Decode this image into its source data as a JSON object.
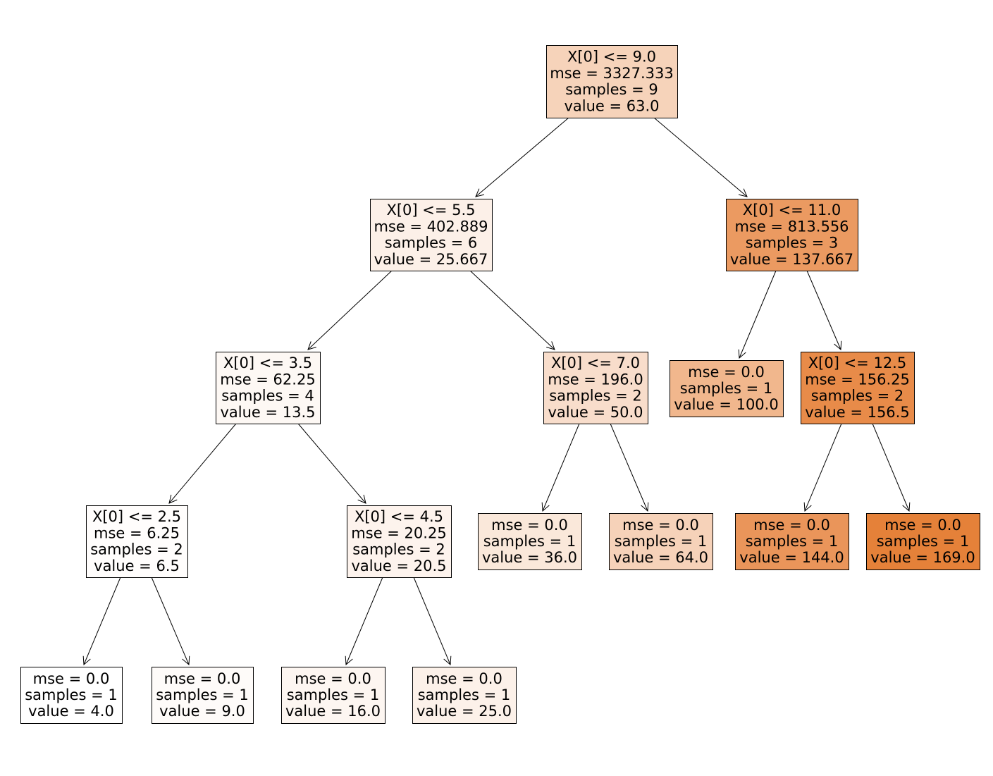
{
  "tree": {
    "nodes": [
      {
        "id": 0,
        "lines": [
          "X[0] <= 9.0",
          "mse = 3327.333",
          "samples = 9",
          "value = 63.0"
        ],
        "value": 63.0,
        "fill": "#f6d3ba"
      },
      {
        "id": 1,
        "lines": [
          "X[0] <= 5.5",
          "mse = 402.889",
          "samples = 6",
          "value = 25.667"
        ],
        "value": 25.667,
        "fill": "#fcf0e8"
      },
      {
        "id": 2,
        "lines": [
          "X[0] <= 11.0",
          "mse = 813.556",
          "samples = 3",
          "value = 137.667"
        ],
        "value": 137.667,
        "fill": "#eb9a61"
      },
      {
        "id": 3,
        "lines": [
          "X[0] <= 3.5",
          "mse = 62.25",
          "samples = 4",
          "value = 13.5"
        ],
        "value": 13.5,
        "fill": "#fdf8f4"
      },
      {
        "id": 4,
        "lines": [
          "X[0] <= 7.0",
          "mse = 196.0",
          "samples = 2",
          "value = 50.0"
        ],
        "value": 50.0,
        "fill": "#f8ddcb"
      },
      {
        "id": 5,
        "lines": [
          "mse = 0.0",
          "samples = 1",
          "value = 100.0"
        ],
        "value": 100.0,
        "fill": "#f1b78d"
      },
      {
        "id": 6,
        "lines": [
          "X[0] <= 12.5",
          "mse = 156.25",
          "samples = 2",
          "value = 156.5"
        ],
        "value": 156.5,
        "fill": "#e88b49"
      },
      {
        "id": 7,
        "lines": [
          "X[0] <= 2.5",
          "mse = 6.25",
          "samples = 2",
          "value = 6.5"
        ],
        "value": 6.5,
        "fill": "#fffdfc"
      },
      {
        "id": 8,
        "lines": [
          "X[0] <= 4.5",
          "mse = 20.25",
          "samples = 2",
          "value = 20.5"
        ],
        "value": 20.5,
        "fill": "#fdf3ed"
      },
      {
        "id": 9,
        "lines": [
          "mse = 0.0",
          "samples = 1",
          "value = 36.0"
        ],
        "value": 36.0,
        "fill": "#fae8da"
      },
      {
        "id": 10,
        "lines": [
          "mse = 0.0",
          "samples = 1",
          "value = 64.0"
        ],
        "value": 64.0,
        "fill": "#f6d2b9"
      },
      {
        "id": 11,
        "lines": [
          "mse = 0.0",
          "samples = 1",
          "value = 144.0"
        ],
        "value": 144.0,
        "fill": "#ea955a"
      },
      {
        "id": 12,
        "lines": [
          "mse = 0.0",
          "samples = 1",
          "value = 169.0"
        ],
        "value": 169.0,
        "fill": "#e58139"
      },
      {
        "id": 13,
        "lines": [
          "mse = 0.0",
          "samples = 1",
          "value = 4.0"
        ],
        "value": 4.0,
        "fill": "#ffffff"
      },
      {
        "id": 14,
        "lines": [
          "mse = 0.0",
          "samples = 1",
          "value = 9.0"
        ],
        "value": 9.0,
        "fill": "#fefbf9"
      },
      {
        "id": 15,
        "lines": [
          "mse = 0.0",
          "samples = 1",
          "value = 16.0"
        ],
        "value": 16.0,
        "fill": "#fdf6f1"
      },
      {
        "id": 16,
        "lines": [
          "mse = 0.0",
          "samples = 1",
          "value = 25.0"
        ],
        "value": 25.0,
        "fill": "#fcf1e9"
      }
    ],
    "edges": [
      [
        0,
        1
      ],
      [
        0,
        2
      ],
      [
        1,
        3
      ],
      [
        1,
        4
      ],
      [
        2,
        5
      ],
      [
        2,
        6
      ],
      [
        3,
        7
      ],
      [
        3,
        8
      ],
      [
        4,
        9
      ],
      [
        4,
        10
      ],
      [
        6,
        11
      ],
      [
        6,
        12
      ],
      [
        7,
        13
      ],
      [
        7,
        14
      ],
      [
        8,
        15
      ],
      [
        8,
        16
      ]
    ]
  }
}
